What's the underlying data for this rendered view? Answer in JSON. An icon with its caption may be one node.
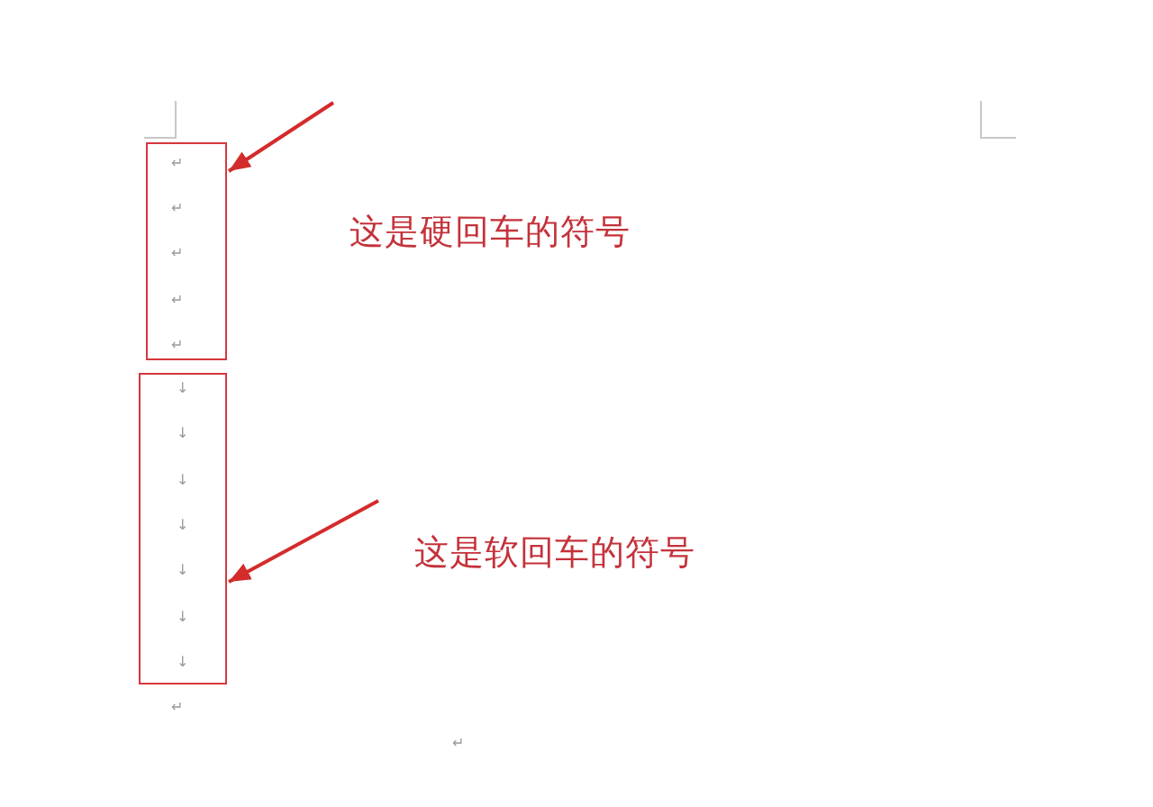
{
  "diagram": {
    "nodes": [
      {
        "text": [
          "↵",
          "↵",
          "↵",
          "↵",
          "↵"
        ]
      },
      {
        "text": [
          "↓",
          "↓",
          "↓",
          "↓",
          "↓",
          "↓",
          "↓"
        ]
      }
    ],
    "edges": [
      {
        "from": null,
        "to": 0,
        "arrow": "to"
      },
      {
        "from": null,
        "to": 1,
        "arrow": "to"
      }
    ],
    "labels": [
      "这是硬回车的符号",
      "这是软回车的符号",
      "↵",
      "↵"
    ]
  }
}
